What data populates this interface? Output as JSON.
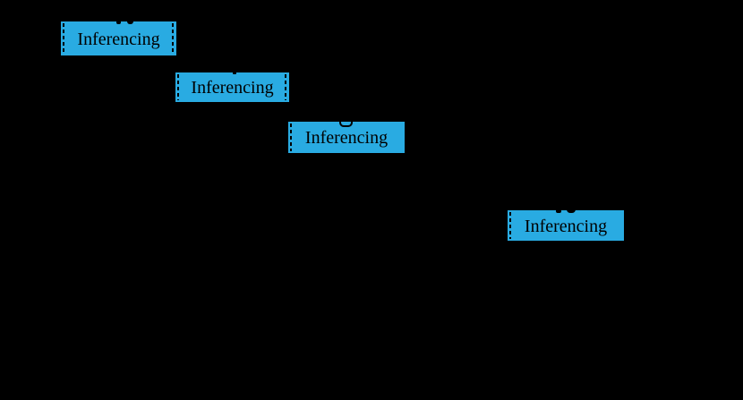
{
  "figure": {
    "description": "Pipelined inferencing timeline diagram on black background",
    "background_color": "#000000",
    "box_fill_color": "#29ABE2",
    "box_text_color": "#000000",
    "dash_color": "#000000"
  },
  "boxes": [
    {
      "label": "Inferencing",
      "dashed_left": true,
      "dashed_right": true
    },
    {
      "label": "Inferencing",
      "dashed_left": true,
      "dashed_right": true
    },
    {
      "label": "Inferencing",
      "dashed_left": true,
      "dashed_right": false
    },
    {
      "label": "Inferencing",
      "dashed_left": true,
      "dashed_right": false
    }
  ]
}
